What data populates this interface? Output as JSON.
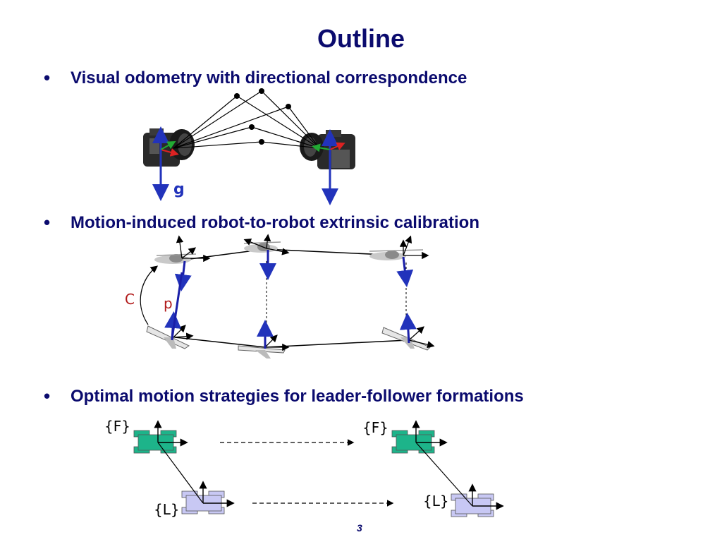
{
  "slide": {
    "title": "Outline",
    "page_number": "3"
  },
  "bullets": [
    {
      "marker": "•",
      "text": "Visual odometry with directional correspondence"
    },
    {
      "marker": "•",
      "text": "Motion-induced robot-to-robot extrinsic calibration"
    },
    {
      "marker": "•",
      "text": "Optimal motion strategies for leader-follower formations"
    }
  ],
  "figure1": {
    "gravity_label": "g"
  },
  "figure2": {
    "c_label": "C",
    "p_label": "p"
  },
  "figure3": {
    "follower_label_1": "{F}",
    "follower_label_2": "{F}",
    "leader_label_1": "{L}",
    "leader_label_2": "{L}"
  },
  "colors": {
    "title": "#0b0b6e",
    "vector_blue": "#2233bb",
    "label_red": "#b11a1a",
    "follower_green": "#1db48a",
    "leader_lavender": "#c8c8f4"
  }
}
